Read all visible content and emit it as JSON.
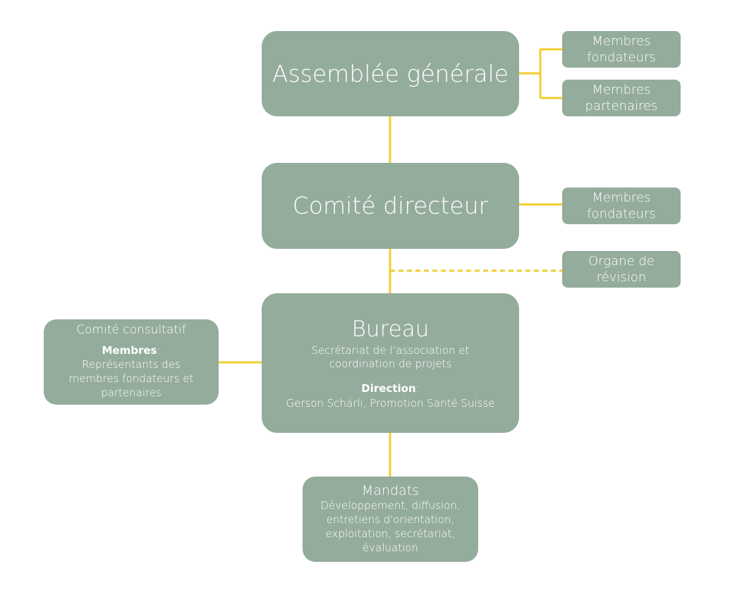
{
  "colors": {
    "box_fill": "#94ac9c",
    "box_text": "#ffffff",
    "connector": "#f2cd2e"
  },
  "assemblee": {
    "title": "Assemblée générale"
  },
  "membres_fondateurs_1": {
    "line1": "Membres",
    "line2": "fondateurs"
  },
  "membres_partenaires": {
    "line1": "Membres",
    "line2": "partenaires"
  },
  "comite_directeur": {
    "title": "Comité directeur"
  },
  "membres_fondateurs_2": {
    "line1": "Membres",
    "line2": "fondateurs"
  },
  "organe_revision": {
    "line1": "Organe de",
    "line2": "révision"
  },
  "bureau": {
    "title": "Bureau",
    "desc_line1": "Secrétariat de l’association et",
    "desc_line2": "coordination de projets",
    "direction_label": "Direction",
    "direction_colon": ":",
    "direction_value": "Gerson Schärli, Promotion Santé Suisse"
  },
  "comite_consultatif": {
    "title": "Comité consultatif",
    "membres_label": "Membres",
    "membres_colon": ":",
    "line1": "Représentants des",
    "line2": "membres fondateurs et",
    "line3": "partenaires"
  },
  "mandats": {
    "title": "Mandats",
    "line1": "Développement, diffusion,",
    "line2": "entretiens d'orientation,",
    "line3": "exploitation, secrétariat,",
    "line4": "évaluation"
  }
}
